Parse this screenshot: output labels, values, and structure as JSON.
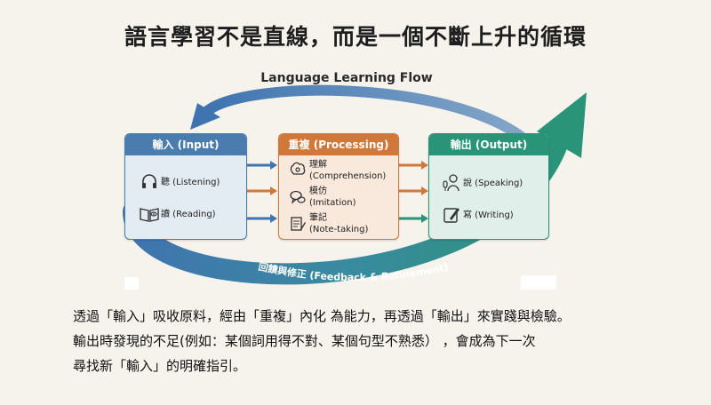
{
  "title": "語言學習不是直線，而是一個不斷上升的循環",
  "subtitle": "Language Learning Flow",
  "input": {
    "header": "輸入 (Input)",
    "items": [
      {
        "icon": "headphones-icon",
        "label": "聽 (Listening)"
      },
      {
        "icon": "book-eye-icon",
        "label": "讀 (Reading)"
      }
    ]
  },
  "processing": {
    "header": "重複 (Processing)",
    "items": [
      {
        "icon": "brain-gear-icon",
        "label_line1": "理解",
        "label_line2": "(Comprehension)"
      },
      {
        "icon": "speech-bubbles-icon",
        "label_line1": "模仿",
        "label_line2": "(Imitation)"
      },
      {
        "icon": "notepad-pen-icon",
        "label_line1": "筆記",
        "label_line2": "(Note-taking)"
      }
    ]
  },
  "output": {
    "header": "輸出 (Output)",
    "items": [
      {
        "icon": "speaker-mic-icon",
        "label": "說 (Speaking)"
      },
      {
        "icon": "tablet-pen-icon",
        "label": "寫 (Writing)"
      }
    ]
  },
  "feedback_label": "回饋與修正 (Feedback & Refinement)",
  "caption": {
    "line1": "透過「輸入」吸收原料，經由「重複」內化 為能力，再透過「輸出」來實踐與檢驗。",
    "line2": "輸出時發現的不足(例如：某個詞用得不對、某個句型不熟悉） ，會成為下一次",
    "line3": "尋找新「輸入」的明確指引。"
  },
  "colors": {
    "input": "#4a7cad",
    "processing": "#d0783a",
    "output": "#2a9478"
  }
}
